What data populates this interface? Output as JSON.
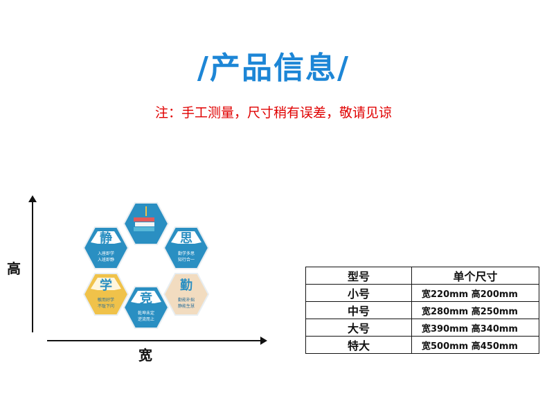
{
  "header": {
    "title": "/产品信息/",
    "note": "注：手工测量，尺寸稍有误差，敬请见谅"
  },
  "diagram": {
    "height_label": "高",
    "width_label": "宽",
    "hexagons": [
      {
        "char": "",
        "line1": "",
        "line2": "",
        "color": "#2a8fc2"
      },
      {
        "char": "静",
        "line1": "入座即学",
        "line2": "入班即静",
        "color": "#2a8fc2"
      },
      {
        "char": "思",
        "line1": "勤学多思",
        "line2": "知行合一",
        "color": "#2a8fc2"
      },
      {
        "char": "学",
        "line1": "敏而好学",
        "line2": "不耻下问",
        "color": "#f0c24a"
      },
      {
        "char": "勤",
        "line1": "勤能补拙",
        "line2": "静能生慧",
        "color": "#f2dcc0"
      },
      {
        "char": "竞",
        "line1": "乾坤未定",
        "line2": "逆流而上",
        "color": "#2a8fc2"
      }
    ]
  },
  "spec_table": {
    "headers": [
      "型号",
      "单个尺寸"
    ],
    "rows": [
      [
        "小号",
        "宽220mm 高200mm"
      ],
      [
        "中号",
        "宽280mm 高250mm"
      ],
      [
        "大号",
        "宽390mm 高340mm"
      ],
      [
        "特大",
        "宽500mm 高450mm"
      ]
    ]
  }
}
